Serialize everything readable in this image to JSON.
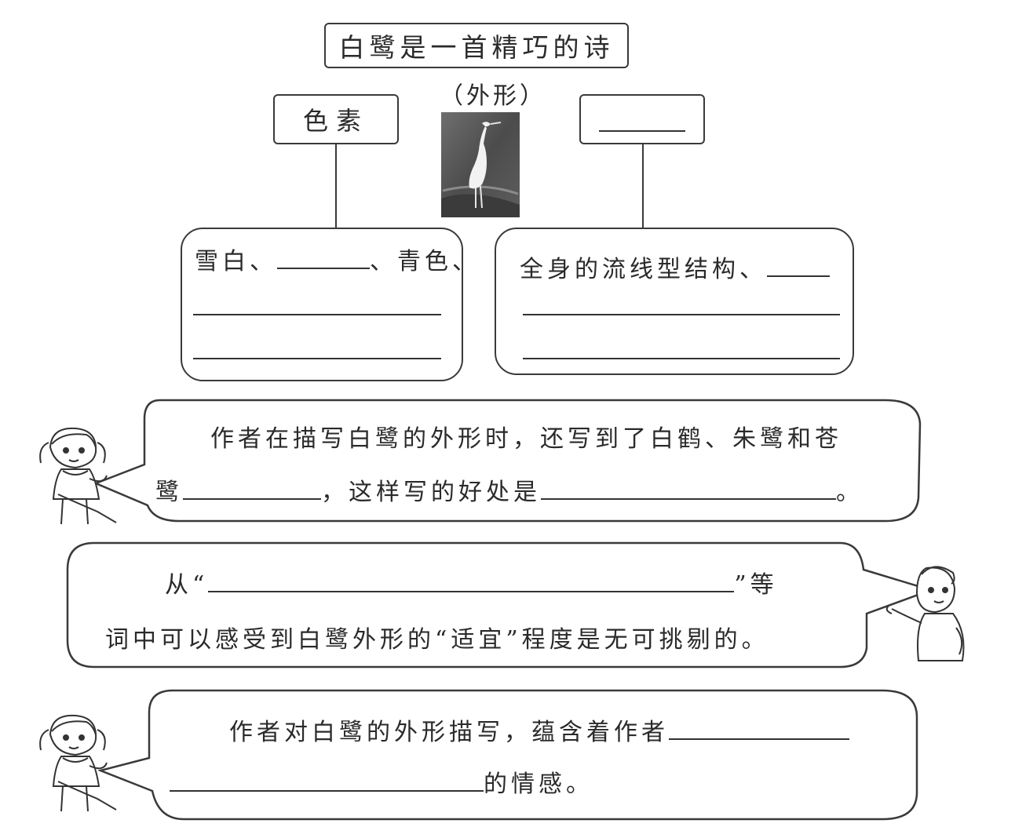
{
  "title": "白鹭是一首精巧的诗",
  "subtitle": "（外形）",
  "left_label": "色素",
  "left_box": {
    "prefix": "雪白、",
    "middle": "、青色、"
  },
  "right_box": {
    "text": "全身的流线型结构、"
  },
  "bubble1": {
    "line1": "作者在描写白鹭的外形时，还写到了白鹤、朱鹭和苍",
    "line2_start": "鹭",
    "line2_mid": "，这样写的好处是",
    "line2_end": "。"
  },
  "bubble2": {
    "line1_start": "从“",
    "line1_end": "”等",
    "line2": "词中可以感受到白鹭外形的“适宜”程度是无可挑剔的。"
  },
  "bubble3": {
    "line1": "作者对白鹭的外形描写，蕴含着作者",
    "line2_end": "的情感。"
  },
  "colors": {
    "ink": "#2a2a2a",
    "border": "#3a3a3a",
    "photo": "#5a5a5a"
  }
}
